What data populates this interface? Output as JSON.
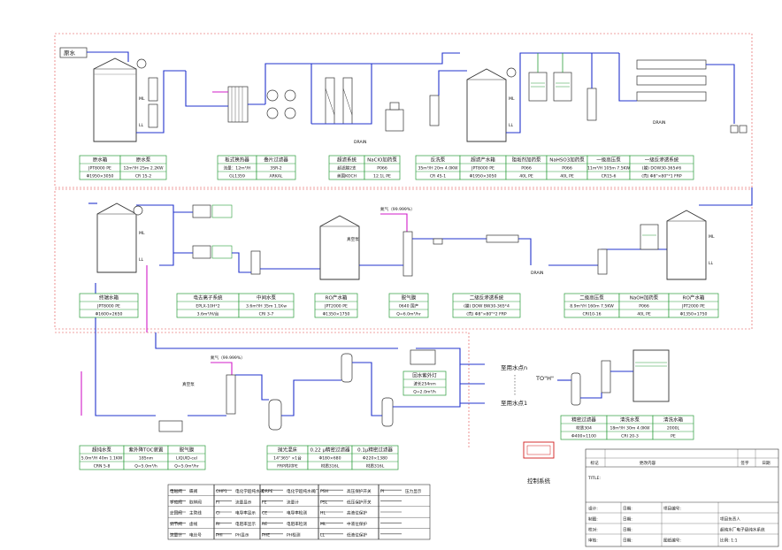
{
  "sections": {
    "pre": [
      {
        "name": "原水箱",
        "spec1": "JPT8000 PE",
        "spec2": "Φ1950×3050"
      },
      {
        "name": "原水泵",
        "spec1": "12m³/H 25m 2.2KW",
        "spec2": "CR 15-2"
      },
      {
        "name": "板式换热器",
        "spec1": "流量：12m³/H",
        "spec2": "GL1359"
      },
      {
        "name": "叠片过滤器",
        "spec1": "3SR-2",
        "spec2": "ARKAL"
      },
      {
        "name": "超滤系统",
        "spec1": "超滤膜2支",
        "spec2": "美国KOCH"
      },
      {
        "name": "NaClO加药泵",
        "spec1": "P066",
        "spec2": "12.1L PE"
      },
      {
        "name": "反洗泵",
        "spec1": "35m³/H 20m 4.0KW",
        "spec2": "CR 45-1"
      },
      {
        "name": "超滤产水箱",
        "spec1": "JPT8000 PE",
        "spec2": "Φ1950×3050"
      },
      {
        "name": "阻垢剂加药泵",
        "spec1": "P066",
        "spec2": "40L PE"
      },
      {
        "name": "NaHSO3加药泵",
        "spec1": "P066",
        "spec2": "40L PE"
      },
      {
        "name": "一级高压泵",
        "spec1": "11m³/H 105m 7.5KW",
        "spec2": "CR15-6"
      },
      {
        "name": "一级反渗透系统",
        "spec1": "(膜) DOW30-365#6",
        "spec2": "(壳) Φ8\"×80\"*1 FRP"
      }
    ],
    "mid": [
      {
        "name": "终端水箱",
        "spec1": "JPT8000 PE",
        "spec2": "Φ1600×2650"
      },
      {
        "name": "电去离子系统",
        "spec1": "EPLX-10H*2",
        "spec2": "3.6m³/H/台"
      },
      {
        "name": "中间水泵",
        "spec1": "3.6m³/H 35m 1.1Kw",
        "spec2": "CRI 3-7"
      },
      {
        "name": "RO产水箱",
        "spec1": "JPT2000 PE",
        "spec2": "Φ1350×1750"
      },
      {
        "name": "脱气膜",
        "spec1": "0640 国产",
        "spec2": "Q=6.0m³/hr"
      },
      {
        "name": "二级反渗透系统",
        "spec1": "(膜) DOW BW30-365*4",
        "spec2": "(壳) Φ8\"×80\"*2 FRP"
      },
      {
        "name": "二级高压泵",
        "spec1": "8.9m³/H 160m 7.5KW",
        "spec2": "CRI10-16"
      },
      {
        "name": "NaOH加药泵",
        "spec1": "P066",
        "spec2": "40L PE"
      },
      {
        "name": "RO产水箱",
        "spec1": "JPT2000 PE",
        "spec2": "Φ1350×1750"
      }
    ],
    "bot": [
      {
        "name": "超纯水泵",
        "spec1": "5.0m³/H 40m 1.1KW",
        "spec2": "CRN 5-8"
      },
      {
        "name": "紫外降TOC装置",
        "spec1": "185nm",
        "spec2": "Q=5.0m³/h"
      },
      {
        "name": "脱气膜",
        "spec1": "LIQUID-cel",
        "spec2": "Q=5.0m³/hr"
      },
      {
        "name": "抛光混床",
        "spec1": "14\"365\" ×1台",
        "spec2": "FRP内衬PE"
      },
      {
        "name": "0.22 μ精密过滤器",
        "spec1": "Φ180×680",
        "spec2": "材质316L"
      },
      {
        "name": "0.1μ精密过滤器",
        "spec1": "Φ220×1380",
        "spec2": "材质316L"
      }
    ],
    "uv": {
      "name": "回水紫外灯",
      "spec1": "波长254nm",
      "spec2": "Q=2.0m³/h"
    },
    "clean": [
      {
        "name": "精密过滤器",
        "spec1": "材质304",
        "spec2": "Φ400×1100"
      },
      {
        "name": "清洗水泵",
        "spec1": "18m³/H 30m 4.0KW",
        "spec2": "CRI 20-3"
      },
      {
        "name": "清洗水箱",
        "spec1": "2000L",
        "spec2": "PE"
      }
    ]
  },
  "labels": {
    "source_water": "原水",
    "point_n": "至用水点n",
    "point_1": "至用水点1",
    "control": "控制系统",
    "to_h": "TO\"H\"",
    "vacuum": "真空泵",
    "vacuum2": "真空泵",
    "nitrogen": "氮气（99.999%）",
    "nitrogen2": "氮气（99.999%）"
  },
  "legend": [
    [
      "电磁阀",
      "蝶阀",
      "OHP1",
      "电化学超纯水阀",
      "ORPE",
      "电化学超纯水阀门",
      "PSH",
      "高压保护开关",
      "PI",
      "压力显示"
    ],
    [
      "手动阀",
      "取样阀",
      "FI",
      "流量显示",
      "FE",
      "流量计",
      "PSL",
      "低压保护开关",
      "",
      ""
    ],
    [
      "止回阀",
      "主管线",
      "CI",
      "电导率显示",
      "CE",
      "电导率检测",
      "HL",
      "高液位保护",
      "",
      ""
    ],
    [
      "调节阀",
      "虚线",
      "RI",
      "电阻率显示",
      "RE",
      "电阻率检测",
      "ML",
      "中液位保护",
      "",
      ""
    ],
    [
      "流量计",
      "电信号",
      "PHI",
      "PH显示",
      "PHE",
      "PH检测",
      "LL",
      "低液位保护",
      "",
      ""
    ]
  ],
  "titleblock": {
    "head": [
      "标记",
      "更改内容",
      "签字",
      "日期"
    ],
    "title_label": "TITLE:",
    "rows": [
      [
        "设计:",
        "日期:",
        "项目编号:",
        ""
      ],
      [
        "制图:",
        "日期:",
        "",
        "项目负责人"
      ],
      [
        "校对:",
        "日期:",
        "",
        "超纯水厂电子级纯水系统"
      ],
      [
        "审核:",
        "日期:",
        "图纸编号:",
        "比例: 1:1"
      ]
    ]
  }
}
